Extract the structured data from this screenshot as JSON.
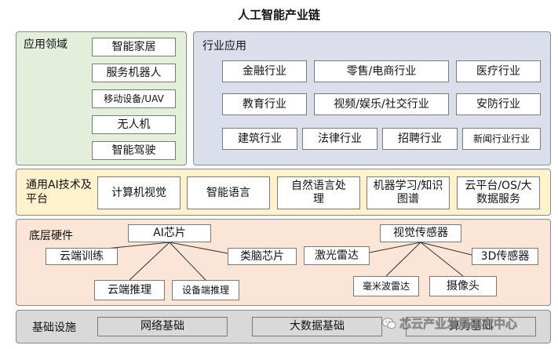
{
  "title": "人工智能产业链",
  "app": {
    "label": "应用领域",
    "items": [
      "智能家居",
      "服务机器人",
      "移动设备/UAV",
      "无人机",
      "智能驾驶"
    ]
  },
  "industry": {
    "label": "行业应用",
    "items": [
      "金融行业",
      "零售/电商行业",
      "医疗行业",
      "教育行业",
      "视频/娱乐/社交行业",
      "安防行业",
      "建筑行业",
      "法律行业",
      "招聘行业",
      "新闻行业行业"
    ]
  },
  "tech": {
    "label": "通用AI技术及平台",
    "items": [
      "计算机视觉",
      "智能语言",
      "自然语言处理",
      "机器学习/知识图谱",
      "云平台/OS/大数据服务"
    ]
  },
  "hardware": {
    "label": "底层硬件",
    "ai_chip": "AI芯片",
    "ai_chip_children": [
      "云端训练",
      "类脑芯片",
      "云端推理",
      "设备端推理"
    ],
    "vision_sensor": "视觉传感器",
    "vision_children": [
      "激光雷达",
      "3D传感器",
      "毫米波雷达",
      "摄像头"
    ]
  },
  "infra": {
    "label": "基础设施",
    "items": [
      "网络基础",
      "大数据基础",
      "算力基础"
    ]
  },
  "watermark": "芯云产业发展研究中心",
  "colors": {
    "app_bg": "#e3efda",
    "industry_bg": "#dadfeb",
    "tech_bg": "#fff2cc",
    "hardware_bg": "#fbe5d6",
    "infra_bg": "#d9d9d9",
    "box_bg": "#ffffff"
  }
}
